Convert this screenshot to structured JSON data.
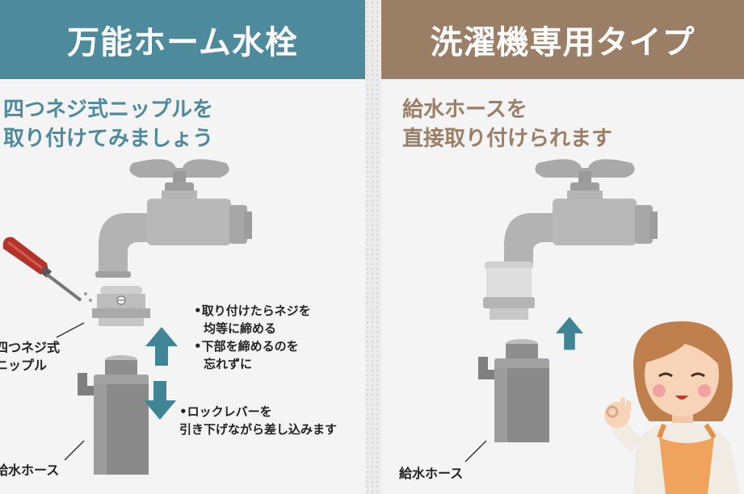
{
  "left": {
    "header": "万能ホーム水栓",
    "subtitle_lines": [
      "四つネジ式ニップルを",
      "取り付けてみましょう"
    ],
    "notes": [
      "•取り付けたらネジを",
      "均等に締める",
      "•下部を締めるのを",
      "忘れずに",
      "•ロックレバーを",
      "引き下げながら差し込みます"
    ],
    "nipple_label_lines": [
      "四つネジ式",
      "ニップル"
    ],
    "hose_label": "給水ホース"
  },
  "right": {
    "header": "洗濯機専用タイプ",
    "subtitle_lines": [
      "給水ホースを",
      "直接取り付けられます"
    ],
    "hose_label": "給水ホース"
  },
  "icons": {
    "screwdriver": "screwdriver-icon",
    "faucet": "faucet-icon",
    "arrow_up": "arrow-up-icon",
    "arrow_down": "arrow-down-icon",
    "woman": "woman-ok-sign-illustration"
  },
  "colors": {
    "left_accent": "#4d8a9c",
    "right_accent": "#9b7e66",
    "arrow": "#3f8596"
  }
}
